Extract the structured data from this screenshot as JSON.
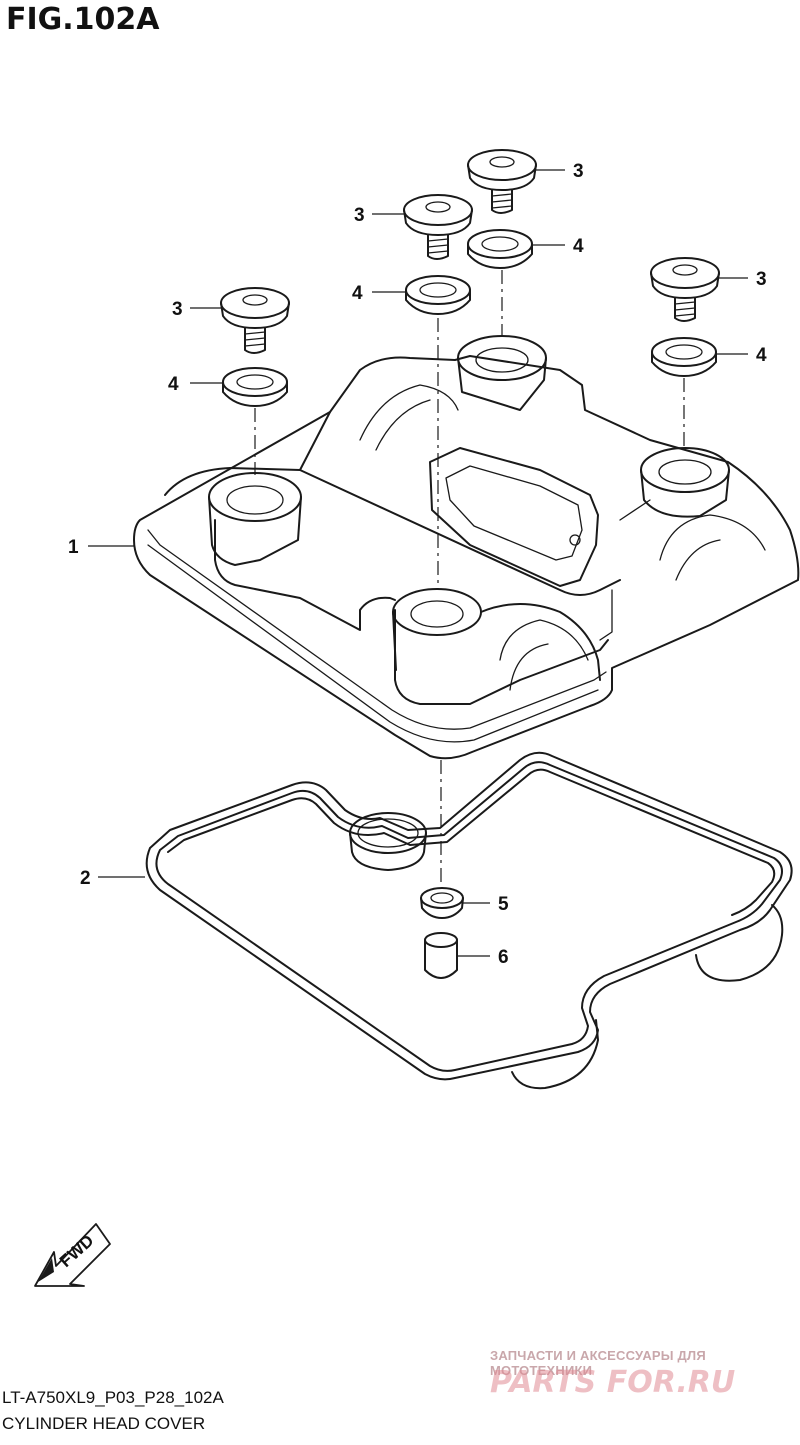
{
  "figure": {
    "title": "FIG.102A",
    "code": "LT-A750XL9_P03_P28_102A",
    "name": "CYLINDER HEAD COVER"
  },
  "callouts": [
    "1",
    "2",
    "3",
    "3",
    "3",
    "3",
    "4",
    "4",
    "4",
    "4",
    "5",
    "6"
  ],
  "fwd_label": "FWD",
  "watermark": {
    "tagline": "ЗАПЧАСТИ И АКСЕССУАРЫ ДЛЯ МОТОТЕХНИКИ",
    "logo": "PARTS-FOR.RU",
    "color": "#e08a93"
  },
  "colors": {
    "line": "#1a1a1a",
    "background": "#ffffff"
  }
}
